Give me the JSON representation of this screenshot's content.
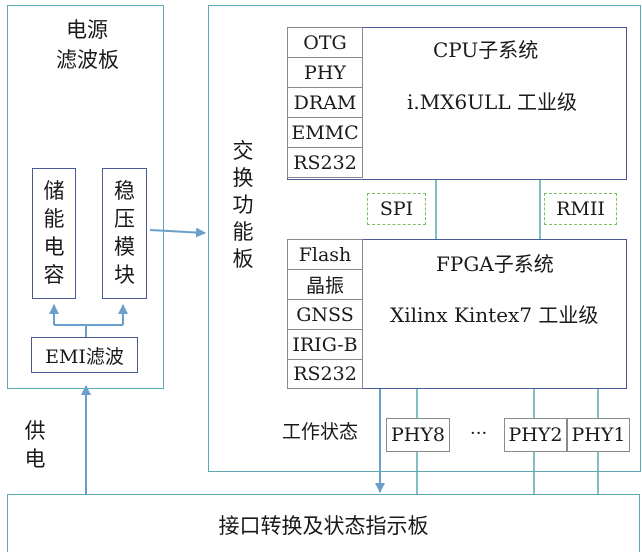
{
  "power_filter": {
    "title_line1": "电源",
    "title_line2": "滤波板",
    "storage_cap": [
      "储",
      "能",
      "电",
      "容"
    ],
    "regulator": [
      "稳",
      "压",
      "模",
      "块"
    ],
    "emi_filter": "EMI滤波"
  },
  "switch_board": {
    "label": [
      "交",
      "换",
      "功",
      "能",
      "板"
    ]
  },
  "cpu_subsystem": {
    "title": "CPU子系统",
    "chip": "i.MX6ULL 工业级",
    "peripherals": [
      "OTG",
      "PHY",
      "DRAM",
      "EMMC",
      "RS232"
    ]
  },
  "links": {
    "spi": "SPI",
    "rmii": "RMII"
  },
  "fpga_subsystem": {
    "title": "FPGA子系统",
    "chip": "Xilinx Kintex7 工业级",
    "peripherals": [
      "Flash",
      "晶振",
      "GNSS",
      "IRIG-B",
      "RS232"
    ]
  },
  "phys": {
    "status_label": "工作状态",
    "phy8": "PHY8",
    "ellipsis": "···",
    "phy2": "PHY2",
    "phy1": "PHY1"
  },
  "supply_label": [
    "供",
    "电"
  ],
  "interface_board": {
    "title": "接口转换及状态指示板"
  },
  "colors": {
    "teal": "#5aa9b3",
    "navy": "#4a5a96",
    "arrow": "#6a9fcc",
    "dash_green": "#7cc063"
  }
}
